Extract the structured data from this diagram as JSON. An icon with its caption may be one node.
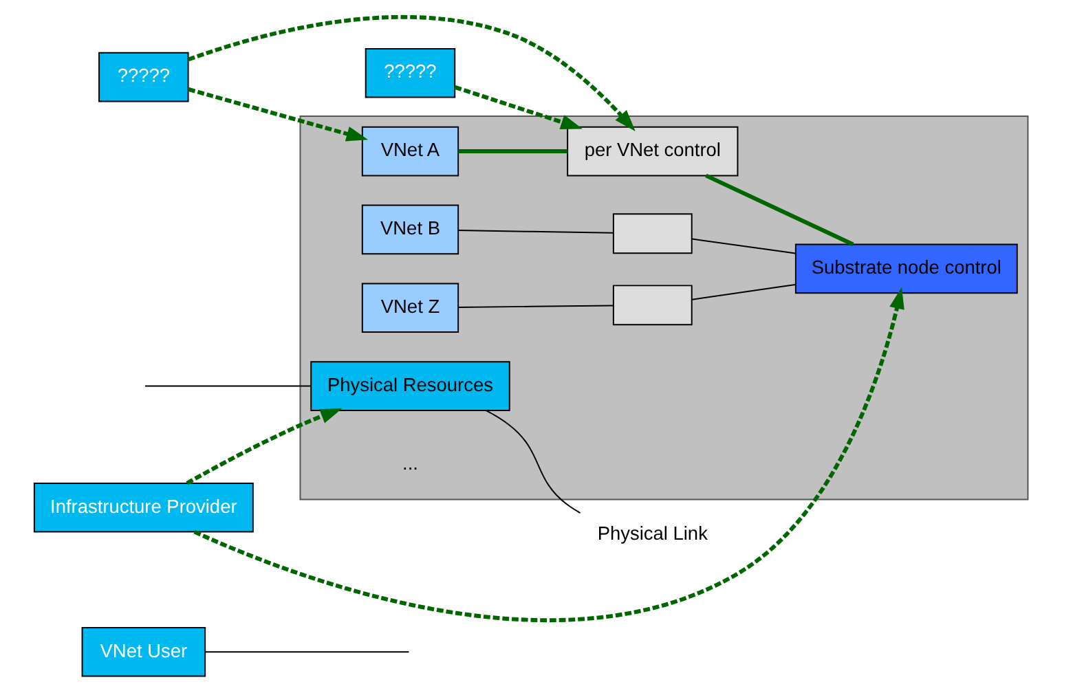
{
  "diagram": {
    "nodes": [
      {
        "text": [
          "VNet User"
        ]
      },
      {
        "text": [
          "?????"
        ]
      },
      {
        "text": [
          "?????"
        ]
      },
      {
        "text": [
          "Infrastructure Provider"
        ]
      },
      {
        "text": [],
        "shape": "box"
      },
      {
        "text": [
          "VNet A"
        ],
        "in": 4
      },
      {
        "text": [
          "VNet B"
        ],
        "in": 4
      },
      {
        "text": [
          "VNet Z"
        ],
        "in": 4
      },
      {
        "text": [
          "per VNet control"
        ],
        "in": 4
      },
      {
        "text": [],
        "shape": "box",
        "in": 4
      },
      {
        "text": [],
        "shape": "box",
        "in": 4
      },
      {
        "text": [
          "Substrate node control"
        ],
        "in": 4
      },
      {
        "text": [
          "Physical Resources"
        ],
        "in": 4
      },
      {
        "text": [
          "Physical Link"
        ]
      }
    ],
    "edges": [
      {
        "from": 0,
        "to": null,
        "arrow": "none"
      },
      {
        "from": 1,
        "to": 5,
        "arrow": "to",
        "style": "dashed",
        "color": "#006600"
      },
      {
        "from": 1,
        "to": 8,
        "arrow": "to",
        "style": "dashed",
        "color": "#006600"
      },
      {
        "from": 2,
        "to": 8,
        "arrow": "to",
        "style": "dashed",
        "color": "#006600"
      },
      {
        "from": 3,
        "to": 11,
        "arrow": "to",
        "style": "dashed",
        "color": "#006600"
      },
      {
        "from": 3,
        "to": 12,
        "arrow": "to",
        "style": "dashed",
        "color": "#006600"
      },
      {
        "from": 5,
        "to": 8,
        "arrow": "none",
        "style": "thick",
        "color": "#006600"
      },
      {
        "from": 8,
        "to": 11,
        "arrow": "none",
        "style": "thick",
        "color": "#006600"
      },
      {
        "from": 6,
        "to": 9,
        "arrow": "none"
      },
      {
        "from": 9,
        "to": 11,
        "arrow": "none"
      },
      {
        "from": 7,
        "to": 10,
        "arrow": "none"
      },
      {
        "from": 10,
        "to": 11,
        "arrow": "none"
      },
      {
        "from": null,
        "to": 12,
        "arrow": "none"
      },
      {
        "from": 12,
        "to": 13,
        "arrow": "none"
      }
    ],
    "labels": [
      "..."
    ]
  }
}
